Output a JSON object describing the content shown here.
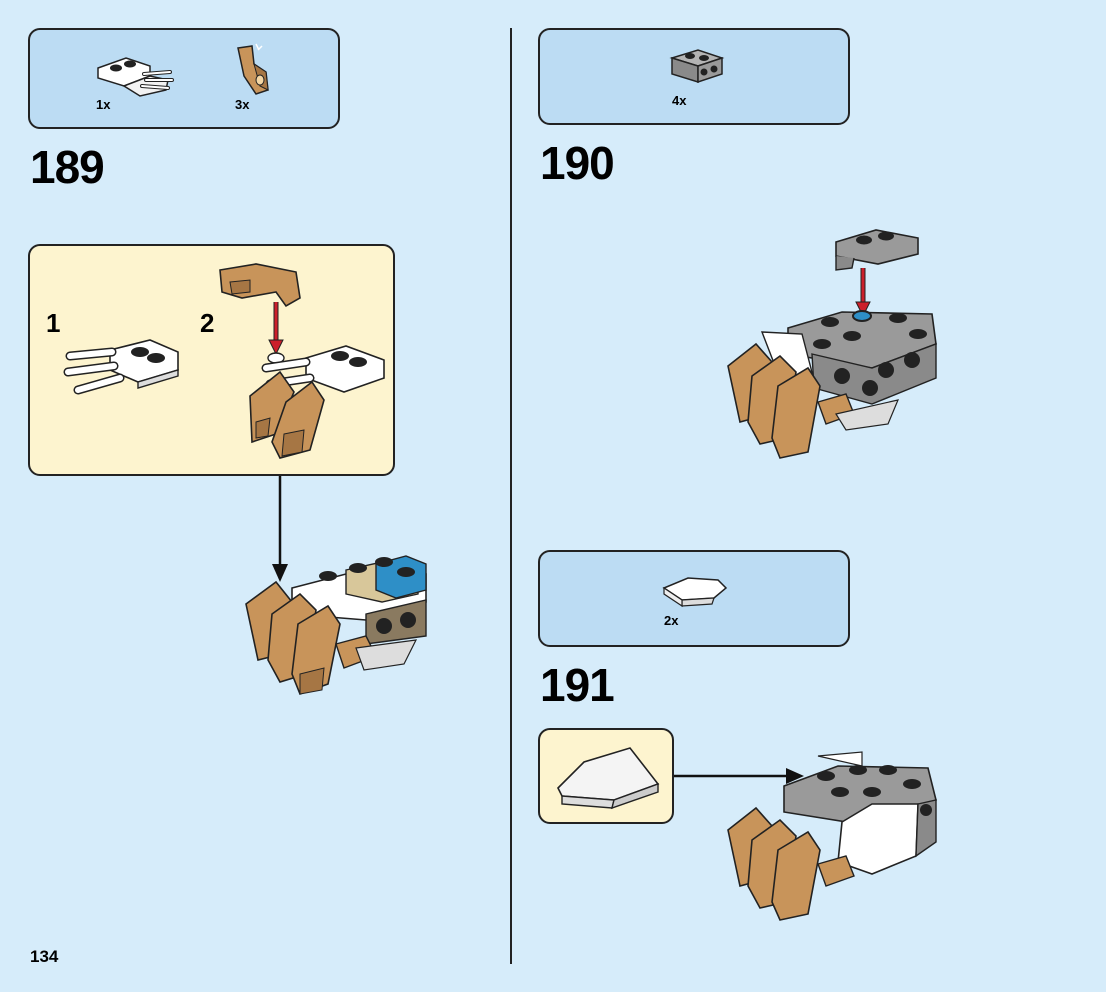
{
  "page_number": "134",
  "colors": {
    "page_background": "#d6ecfa",
    "parts_box": "#bcdcf3",
    "substep_box": "#fdf4cf",
    "arrow_red": "#cc1f2a",
    "pearl_gold": "#c8945a",
    "white_brick": "#ffffff",
    "grey_brick": "#9a9a9a",
    "blue_brick": "#2e8fc7",
    "tan_brick": "#d8c79a"
  },
  "steps": [
    {
      "number": "189",
      "parts": [
        {
          "icon": "white-hand-assembly-icon",
          "qty": "1x"
        },
        {
          "icon": "gold-claw-piece-icon",
          "qty": "3x"
        }
      ],
      "substeps": [
        "1",
        "2"
      ]
    },
    {
      "number": "190",
      "parts": [
        {
          "icon": "grey-bracket-plate-icon",
          "qty": "4x"
        }
      ]
    },
    {
      "number": "191",
      "parts": [
        {
          "icon": "white-wedge-plate-icon",
          "qty": "2x"
        }
      ]
    }
  ]
}
